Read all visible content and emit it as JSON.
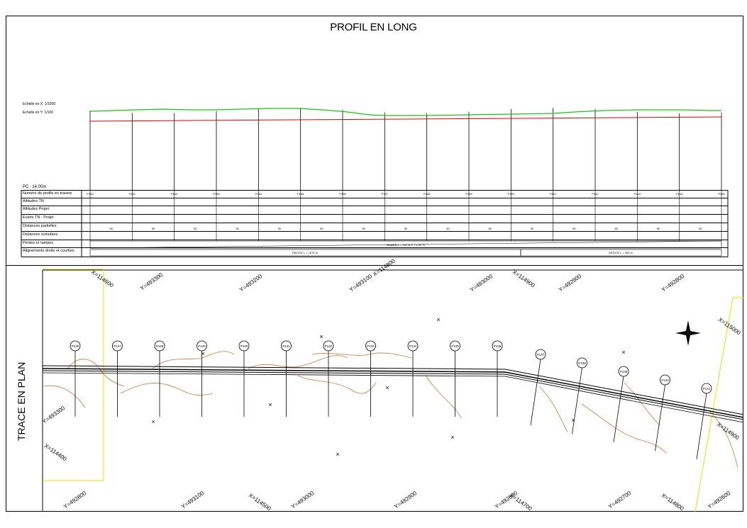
{
  "profile": {
    "title": "PROFIL EN LONG",
    "scale_x": "Echelle en X: 1/1000",
    "scale_y": "Echelle en Y: 1/100",
    "pc": "PC : 14.00m",
    "row_labels": [
      "Numéro de profils en travers",
      "Altitudes TN",
      "Altitudes Projet",
      "Ecarts TN - Projet",
      "Distances partielles",
      "Distances cumulées",
      "Pentes et rampes",
      "Alignements droite et courbes"
    ],
    "profiles": [
      "P130",
      "P131",
      "P132",
      "P133",
      "P134",
      "P135",
      "P136",
      "P137",
      "P138",
      "P139",
      "P140",
      "P141",
      "P142",
      "P143",
      "P144",
      "P145"
    ],
    "partial_distances": [
      "50",
      "50",
      "50",
      "50",
      "50",
      "50",
      "50",
      "50",
      "50",
      "50",
      "50",
      "50",
      "50",
      "50",
      "50"
    ],
    "slope_label": "RAMPE L = 750 m  P = 0,65 %",
    "alignments": [
      "DROITE  L = 1075 m",
      "DROITE  L = 350 m"
    ]
  },
  "plan": {
    "title": "TRACE EN PLAN",
    "coords_top": [
      "X=114600",
      "Y=493300",
      "Y=493200",
      "Y=493100",
      "X=114800",
      "Y=493000",
      "X=114900",
      "Y=492900",
      "Y=492800",
      "X=115000"
    ],
    "coords_bottom": [
      "Y=493300",
      "X=114400",
      "Y=492800",
      "Y=493100",
      "X=114500",
      "Y=493000",
      "Y=492900",
      "Y=492800",
      "X=114700",
      "Y=492700",
      "X=114800",
      "Y=492600",
      "X=114900"
    ],
    "stations": [
      "P126",
      "P127",
      "P128",
      "P129",
      "P130",
      "P131",
      "P132",
      "P133",
      "P134",
      "P135",
      "P136",
      "P137",
      "P138",
      "P139",
      "P140",
      "P141"
    ]
  }
}
